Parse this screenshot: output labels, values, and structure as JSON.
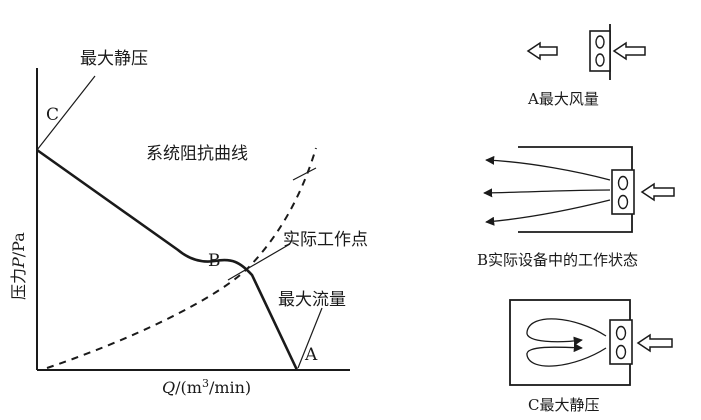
{
  "chart": {
    "xlabel_q": "Q",
    "xlabel_units": "/(m",
    "xlabel_sup": "3",
    "xlabel_tail": "/min)",
    "ylabel_pressure": "压力",
    "ylabel_p": "P",
    "ylabel_unit": "/Pa",
    "point_c": "C",
    "point_b": "B",
    "point_a": "A",
    "label_max_static": "最大静压",
    "label_system_curve": "系统阻抗曲线",
    "label_operating_point": "实际工作点",
    "label_max_flow": "最大流量"
  },
  "panels": {
    "a_caption": "A最大风量",
    "b_caption": "B实际设备中的工作状态",
    "c_caption": "C最大静压"
  },
  "colors": {
    "ink": "#1a1a1a",
    "background": "#ffffff"
  }
}
